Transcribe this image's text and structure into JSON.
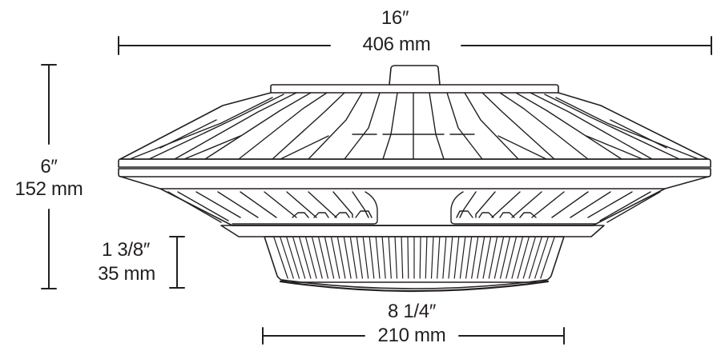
{
  "diagram": {
    "subject": "LED canopy / ceiling luminaire side elevation",
    "stroke_color": "#231f20",
    "background": "#ffffff"
  },
  "dimensions": {
    "overall_width": {
      "imperial": "16″",
      "metric": "406 mm"
    },
    "overall_height": {
      "imperial": "6″",
      "metric": "152 mm"
    },
    "lens_height": {
      "imperial": "1 3/8″",
      "metric": "35 mm"
    },
    "lens_width": {
      "imperial": "8 1/4″",
      "metric": "210 mm"
    }
  }
}
